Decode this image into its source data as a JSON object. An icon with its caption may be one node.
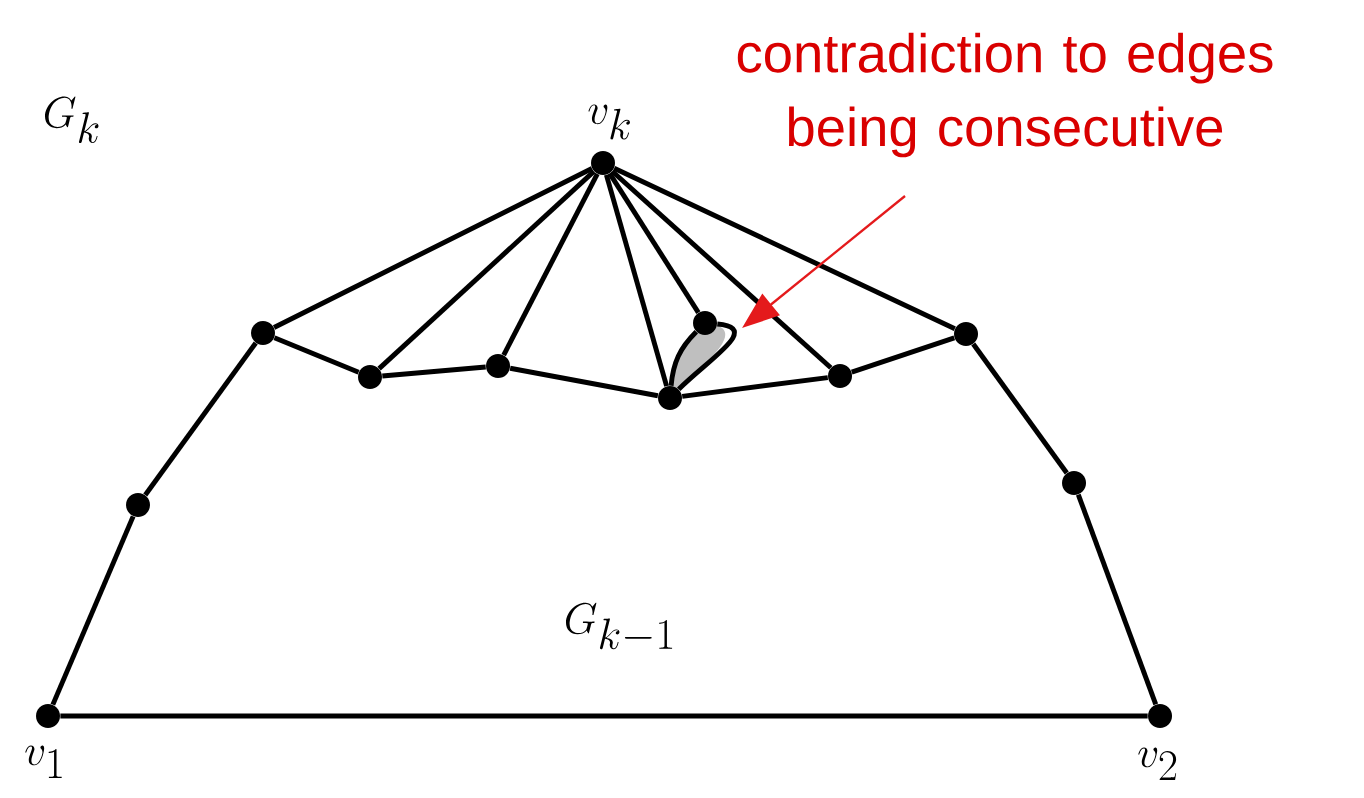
{
  "diagram": {
    "nodes": [
      {
        "text": [
          "contradiction to edges being consecutive"
        ]
      },
      {
        "text": [],
        "shape": "circle",
        "beside": [
          "v_k"
        ]
      },
      {
        "text": [],
        "shape": "circle"
      },
      {
        "text": [],
        "shape": "circle"
      },
      {
        "text": [],
        "shape": "circle"
      },
      {
        "text": [],
        "shape": "circle"
      },
      {
        "text": [],
        "shape": "circle"
      },
      {
        "text": [],
        "shape": "circle"
      },
      {
        "text": [],
        "shape": "circle"
      },
      {
        "text": [],
        "shape": "circle"
      },
      {
        "text": [],
        "shape": "circle"
      },
      {
        "text": [],
        "shape": "circle",
        "beside": [
          "v_1"
        ]
      },
      {
        "text": [],
        "shape": "circle",
        "beside": [
          "v_2"
        ]
      }
    ],
    "edges": [
      {
        "from": 11,
        "to": 12,
        "arrow": "none"
      },
      {
        "from": 11,
        "to": 9,
        "arrow": "none"
      },
      {
        "from": 9,
        "to": 2,
        "arrow": "none"
      },
      {
        "from": 2,
        "to": 1,
        "arrow": "none"
      },
      {
        "from": 2,
        "to": 4,
        "arrow": "none"
      },
      {
        "from": 4,
        "to": 1,
        "arrow": "none"
      },
      {
        "from": 4,
        "to": 5,
        "arrow": "none"
      },
      {
        "from": 5,
        "to": 1,
        "arrow": "none"
      },
      {
        "from": 5,
        "to": 8,
        "arrow": "none"
      },
      {
        "from": 8,
        "to": 1,
        "arrow": "none"
      },
      {
        "from": 1,
        "to": 3,
        "arrow": "none"
      },
      {
        "from": 8,
        "to": 3,
        "arrow": "none"
      },
      {
        "from": 3,
        "to": 8,
        "arrow": "none"
      },
      {
        "from": 8,
        "to": 7,
        "arrow": "none"
      },
      {
        "from": 7,
        "to": 1,
        "arrow": "none"
      },
      {
        "from": 7,
        "to": 6,
        "arrow": "none"
      },
      {
        "from": 6,
        "to": 1,
        "arrow": "none"
      },
      {
        "from": 6,
        "to": 10,
        "arrow": "none"
      },
      {
        "from": 10,
        "to": 12,
        "arrow": "none"
      },
      {
        "from": 0,
        "to": null,
        "arrow": "to",
        "color": "#e41a1c"
      }
    ],
    "labels": [
      "G_k",
      "G_{k-1}"
    ]
  }
}
